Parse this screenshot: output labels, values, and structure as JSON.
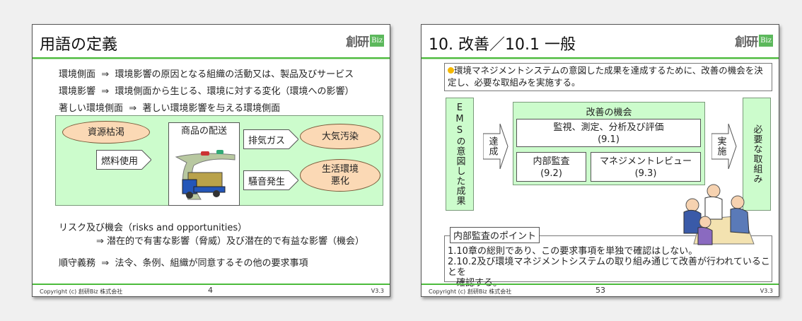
{
  "slides": [
    {
      "title": "用語の定義",
      "logo": "創研",
      "logo_badge": "Biz",
      "definitions": [
        {
          "term": "環境側面",
          "arrow": "⇒",
          "text": "環境影響の原因となる組織の活動又は、製品及びサービス"
        },
        {
          "term": "環境影響",
          "arrow": "⇒",
          "text": "環境側面から生じる、環境に対する変化（環境への影響）"
        },
        {
          "term": "著しい環境側面",
          "arrow": "⇒",
          "text": "著しい環境影響を与える環境側面"
        }
      ],
      "diagram": {
        "cloud_resource": "資源枯渇",
        "arrow_fuel": "燃料使用",
        "center_title": "商品の配送",
        "arrow_exhaust": "排気ガス",
        "cloud_air": "大気汚染",
        "arrow_noise": "騒音発生",
        "cloud_living_1": "生活環境",
        "cloud_living_2": "悪化"
      },
      "risk_title": "リスク及び機会（risks and opportunities）",
      "risk_text": "⇒ 潜在的で有害な影響（脅威）及び潜在的で有益な影響（機会）",
      "compliance": {
        "term": "順守義務",
        "arrow": "⇒",
        "text": "法令、条例、組織が同意するその他の要求事項"
      },
      "footer": {
        "copyright": "Copyright (c) 創研Biz 株式会社",
        "page": "4",
        "version": "V3.3"
      }
    },
    {
      "title": "10. 改善／10.1 一般",
      "logo": "創研",
      "logo_badge": "Biz",
      "bullet": "環境マネジメントシステムの意図した成果を達成するために、改善の機会を決定し、必要な取組みを実施する。",
      "bullet_color": "#f5b800",
      "ems_box": "EMSの意図した成果",
      "arrow_achieve": "達成",
      "opportunity_title": "改善の機会",
      "monitoring": "監視、測定、分析及び評価",
      "monitoring_ref": "(9.1)",
      "internal_audit": "内部監査",
      "internal_audit_ref": "(9.2)",
      "management_review": "マネジメントレビュー",
      "management_review_ref": "(9.3)",
      "arrow_implement": "実施",
      "actions_box": "必要な取組み",
      "points_title": "内部監査のポイント",
      "points": [
        "1.10章の総則であり、この要求事項を単独で確認はしない。",
        "2.10.2及び環境マネジメントシステムの取り組み通じて改善が行われていることを",
        "確認する。"
      ],
      "footer": {
        "copyright": "Copyright (c) 創研Biz 株式会社",
        "page": "53",
        "version": "V3.3"
      }
    }
  ]
}
